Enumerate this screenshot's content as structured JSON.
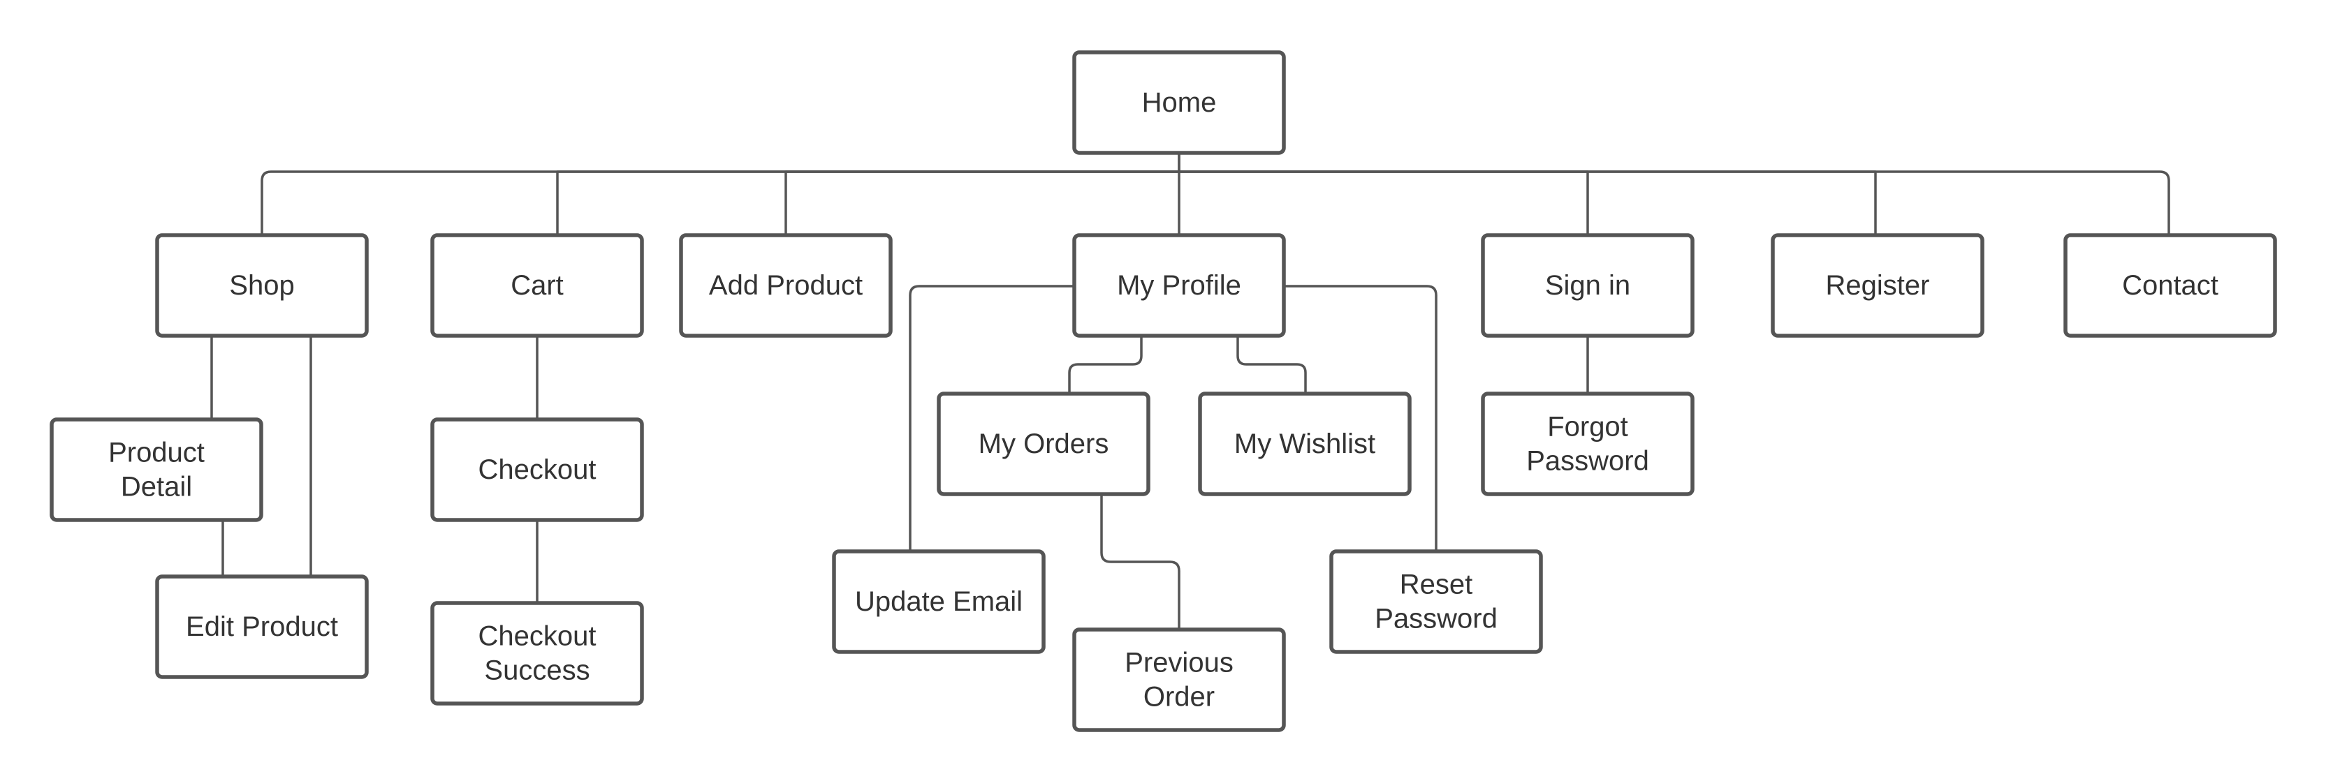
{
  "diagram": {
    "colors": {
      "node_border": "#555555",
      "edge": "#555555",
      "text": "#333333",
      "background": "#ffffff"
    },
    "nodes": [
      {
        "id": "home",
        "lines": [
          "Home"
        ]
      },
      {
        "id": "shop",
        "lines": [
          "Shop"
        ]
      },
      {
        "id": "cart",
        "lines": [
          "Cart"
        ]
      },
      {
        "id": "add-product",
        "lines": [
          "Add Product"
        ]
      },
      {
        "id": "my-profile",
        "lines": [
          "My Profile"
        ]
      },
      {
        "id": "sign-in",
        "lines": [
          "Sign in"
        ]
      },
      {
        "id": "register",
        "lines": [
          "Register"
        ]
      },
      {
        "id": "contact",
        "lines": [
          "Contact"
        ]
      },
      {
        "id": "product-detail",
        "lines": [
          "Product",
          "Detail"
        ]
      },
      {
        "id": "edit-product",
        "lines": [
          "Edit Product"
        ]
      },
      {
        "id": "checkout",
        "lines": [
          "Checkout"
        ]
      },
      {
        "id": "checkout-success",
        "lines": [
          "Checkout",
          "Success"
        ]
      },
      {
        "id": "my-orders",
        "lines": [
          "My Orders"
        ]
      },
      {
        "id": "my-wishlist",
        "lines": [
          "My Wishlist"
        ]
      },
      {
        "id": "update-email",
        "lines": [
          "Update Email"
        ]
      },
      {
        "id": "previous-order",
        "lines": [
          "Previous",
          "Order"
        ]
      },
      {
        "id": "reset-password",
        "lines": [
          "Reset",
          "Password"
        ]
      },
      {
        "id": "forgot-password",
        "lines": [
          "Forgot",
          "Password"
        ]
      }
    ],
    "edges": [
      {
        "from": "home",
        "to": "shop"
      },
      {
        "from": "home",
        "to": "cart"
      },
      {
        "from": "home",
        "to": "add-product"
      },
      {
        "from": "home",
        "to": "my-profile"
      },
      {
        "from": "home",
        "to": "sign-in"
      },
      {
        "from": "home",
        "to": "register"
      },
      {
        "from": "home",
        "to": "contact"
      },
      {
        "from": "shop",
        "to": "product-detail"
      },
      {
        "from": "shop",
        "to": "edit-product"
      },
      {
        "from": "product-detail",
        "to": "edit-product"
      },
      {
        "from": "cart",
        "to": "checkout"
      },
      {
        "from": "checkout",
        "to": "checkout-success"
      },
      {
        "from": "my-profile",
        "to": "my-orders"
      },
      {
        "from": "my-profile",
        "to": "my-wishlist"
      },
      {
        "from": "my-profile",
        "to": "update-email"
      },
      {
        "from": "my-profile",
        "to": "reset-password"
      },
      {
        "from": "my-orders",
        "to": "previous-order"
      },
      {
        "from": "sign-in",
        "to": "forgot-password"
      }
    ]
  }
}
